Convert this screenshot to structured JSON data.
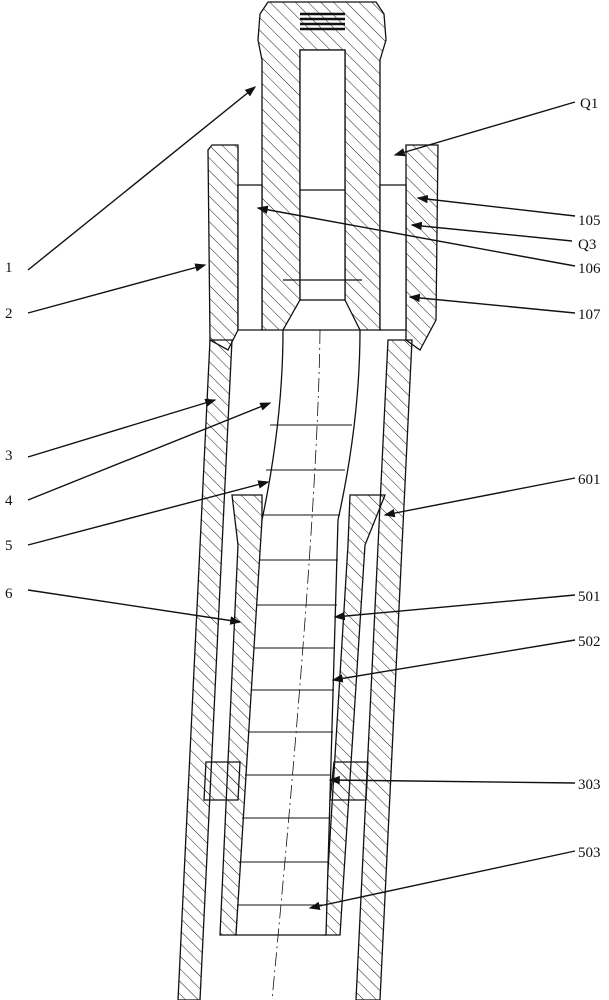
{
  "labels": {
    "l1": "1",
    "l2": "2",
    "l3": "3",
    "l4": "4",
    "l5": "5",
    "l6": "6",
    "q1": "Q1",
    "l105": "105",
    "q3": "Q3",
    "l106": "106",
    "l107": "107",
    "l601": "601",
    "l501": "501",
    "l502": "502",
    "l303": "303",
    "l503": "503"
  }
}
